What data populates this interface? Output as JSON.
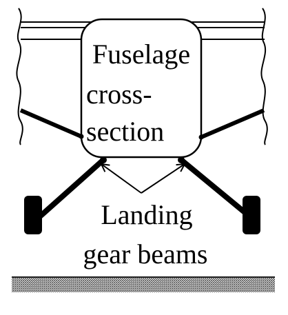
{
  "fuselage_label": {
    "line1": "Fuselage",
    "line2": "cross-",
    "line3": "section"
  },
  "gear_label": {
    "line1": "Landing",
    "line2": "gear beams"
  },
  "colors": {
    "stroke": "#000000",
    "ground_hatch": "#444444",
    "background": "#ffffff"
  }
}
